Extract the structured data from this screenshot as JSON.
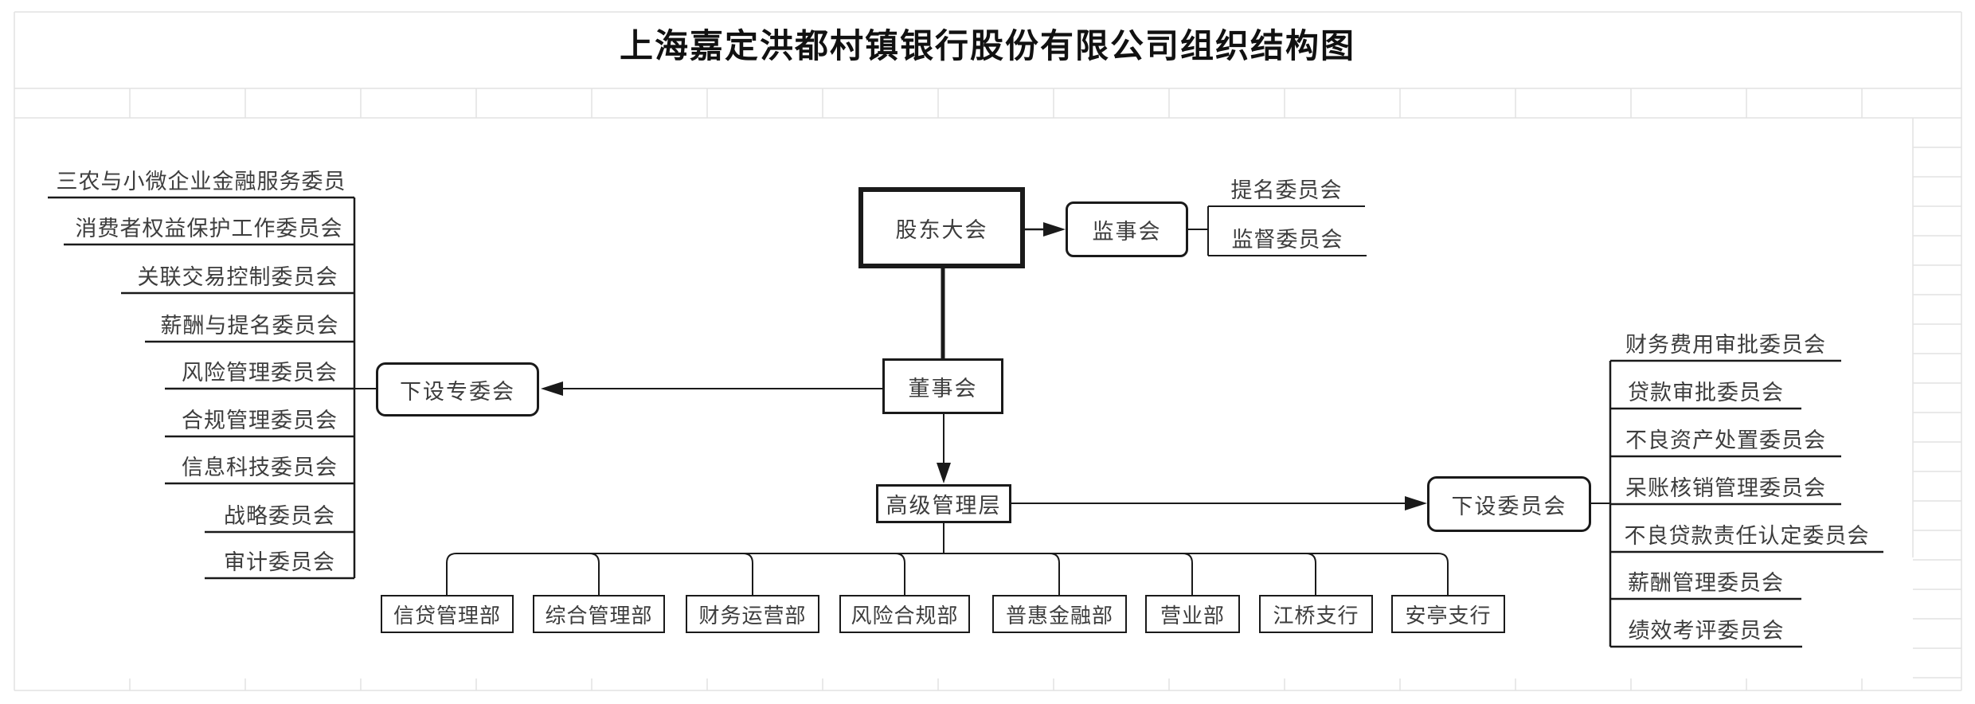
{
  "title": "上海嘉定洪都村镇银行股份有限公司组织结构图",
  "nodes": {
    "shareholders": "股东大会",
    "supervisors": "监事会",
    "nomination_committee": "提名委员会",
    "supervision_committee": "监督委员会",
    "board": "董事会",
    "special_committees": "下设专委会",
    "senior_management": "高级管理层",
    "sub_committees": "下设委员会"
  },
  "left_committees": [
    "三农与小微企业金融服务委员",
    "消费者权益保护工作委员会",
    "关联交易控制委员会",
    "薪酬与提名委员会",
    "风险管理委员会",
    "合规管理委员会",
    "信息科技委员会",
    "战略委员会",
    "审计委员会"
  ],
  "right_committees": [
    "财务费用审批委员会",
    "贷款审批委员会",
    "不良资产处置委员会",
    "呆账核销管理委员会",
    "不良贷款责任认定委员会",
    "薪酬管理委员会",
    "绩效考评委员会"
  ],
  "departments": [
    "信贷管理部",
    "综合管理部",
    "财务运营部",
    "风险合规部",
    "普惠金融部",
    "营业部",
    "江桥支行",
    "安亭支行"
  ],
  "colors": {
    "line": "#1a1a1a",
    "grid": "#e2e2e2",
    "text": "#3d3d3d"
  }
}
